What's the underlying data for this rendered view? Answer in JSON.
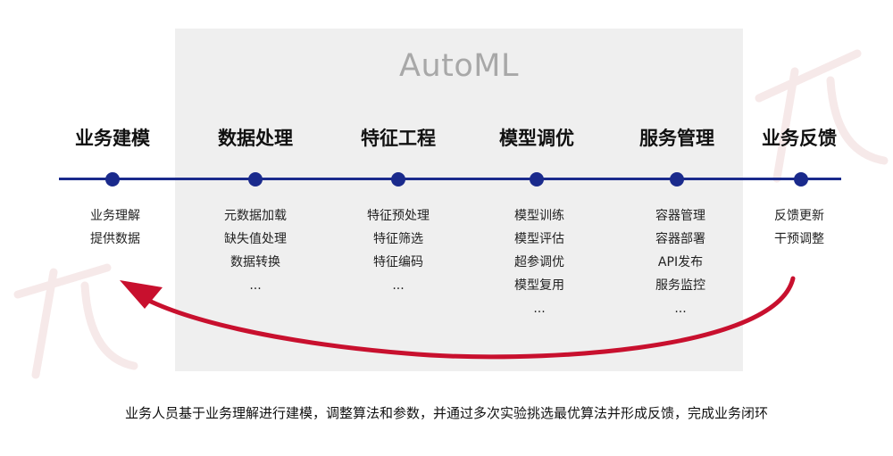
{
  "header": {
    "title": "AutoML"
  },
  "steps": [
    {
      "title": "业务建模",
      "items": [
        "业务理解",
        "提供数据"
      ]
    },
    {
      "title": "数据处理",
      "items": [
        "元数据加载",
        "缺失值处理",
        "数据转换",
        "..."
      ]
    },
    {
      "title": "特征工程",
      "items": [
        "特征预处理",
        "特征筛选",
        "特征编码",
        "..."
      ]
    },
    {
      "title": "模型调优",
      "items": [
        "模型训练",
        "模型评估",
        "超参调优",
        "模型复用",
        "..."
      ]
    },
    {
      "title": "服务管理",
      "items": [
        "容器管理",
        "容器部署",
        "API发布",
        "服务监控",
        "..."
      ]
    },
    {
      "title": "业务反馈",
      "items": [
        "反馈更新",
        "干预调整"
      ]
    }
  ],
  "caption": "业务人员基于业务理解进行建模，调整算法和参数，并通过多次实验挑选最优算法并形成反馈，完成业务闭环",
  "colors": {
    "timeline": "#1a2a8c",
    "arrow": "#c8102e",
    "automl_box": "#efefef",
    "automl_text": "#a8a8a8"
  }
}
